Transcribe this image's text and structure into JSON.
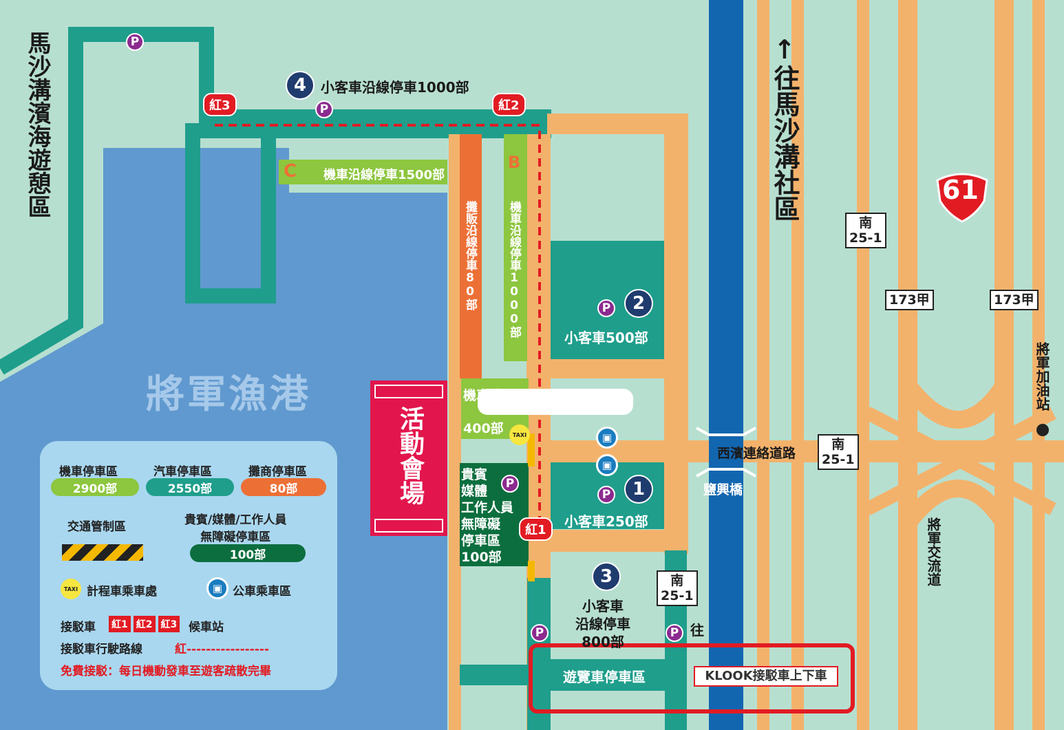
{
  "colors": {
    "bg": "#b7dfd0",
    "sea": "#6099cf",
    "teal": "#1f9e8c",
    "orange_road": "#f3b26b",
    "blue_road": "#1266b0",
    "green": "#8dc63f",
    "red": "#e21b23",
    "purple": "#8c2a8f",
    "navy": "#1f3c6e",
    "dark_green": "#0c6e3e"
  },
  "labels": {
    "beach": "馬沙溝濱海遊憩區",
    "harbor": "將軍漁港",
    "north_dir": "↑往馬沙溝社區",
    "venue": "活動會場",
    "road_west": "西濱連絡道路",
    "bridge": "鹽興橋",
    "gas": "將軍加油站",
    "jiangjun_interchange": "將軍交流道",
    "to_south": "往",
    "hw61": "61",
    "n25_a": "南\n25-1",
    "n25_b": "南\n25-1",
    "n25_c": "南\n25-1",
    "r173_a": "173甲",
    "r173_b": "173甲"
  },
  "parking": {
    "lot4": "小客車沿線停車1000部",
    "lot4_num": "4",
    "moto_c_letter": "C",
    "moto_c": "機車沿線停車1500部",
    "moto_b_letter": "B",
    "moto_b": "機車沿線停車1000部",
    "vendor": "攤販沿線停車80部",
    "moto_a": "機車停",
    "moto_a2": "400部",
    "lot2_num": "2",
    "lot2": "小客車500部",
    "lot1_num": "1",
    "lot1": "小客車250部",
    "lot3_num": "3",
    "lot3": "小客車\n沿線停車\n800部",
    "vip": "貴賓\n媒體\n工作人員\n無障礙\n停車區\n100部",
    "tour_bus": "遊覽車停車區",
    "klook": "KLOOK接駁車上下車",
    "p": "P",
    "taxi": "TAXI"
  },
  "shuttle": {
    "red1": "紅1",
    "red2": "紅2",
    "red3": "紅3"
  },
  "legend": {
    "moto_title": "機車停車區",
    "moto_val": "2900部",
    "car_title": "汽車停車區",
    "car_val": "2550部",
    "vendor_title": "攤商停車區",
    "vendor_val": "80部",
    "traffic": "交通管制區",
    "vip_title": "貴賓/媒體/工作人員\n無障礙停車區",
    "vip_val": "100部",
    "taxi": "計程車乘車處",
    "bus": "公車乘車區",
    "shuttle_prefix": "接駁車",
    "shuttle_suffix": "候車站",
    "route_label": "接駁車行駛路線",
    "route_line": "紅-----------------",
    "free": "免費接駁：每日機動發車至遊客疏散完畢"
  }
}
